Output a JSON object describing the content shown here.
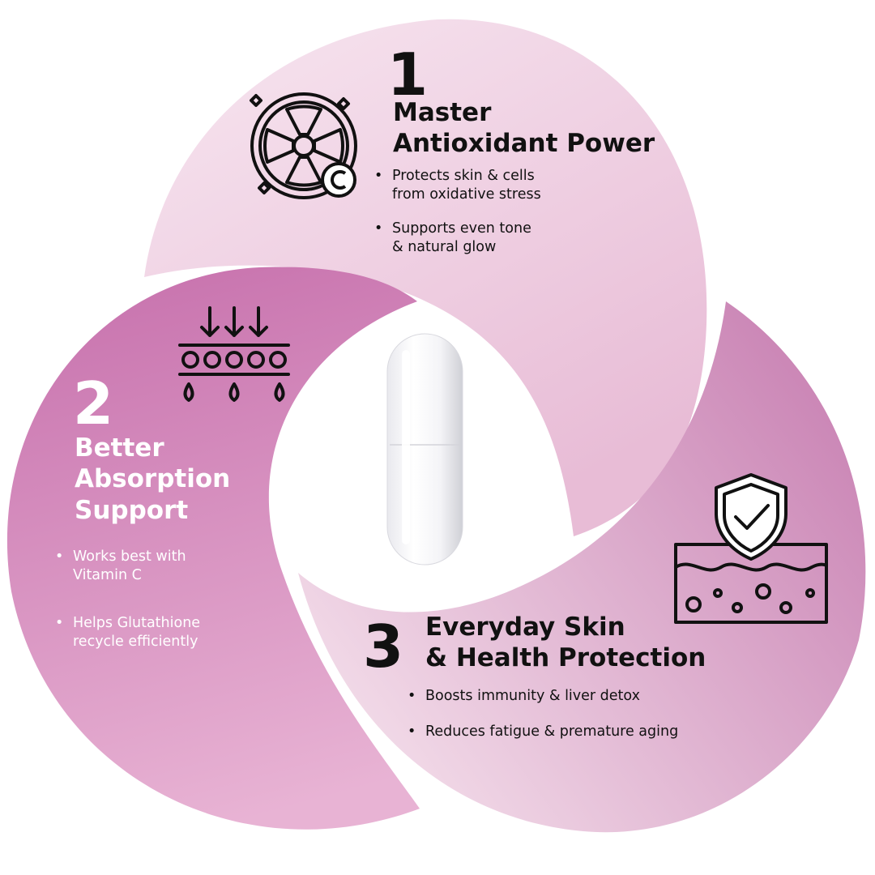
{
  "colors": {
    "petal_one_top": "#f7e6f0",
    "petal_one_bottom": "#e8bcd6",
    "petal_two_top": "#c873ae",
    "petal_two_bottom": "#e8b3d4",
    "petal_three_left": "#f5e1ec",
    "petal_three_right": "#c77eb1",
    "capsule": "#ffffff",
    "dark_text": "#111111",
    "light_text": "#ffffff"
  },
  "sections": [
    {
      "number": "1",
      "icon": "vitamin-c-orange-slice-icon",
      "heading": [
        "Master",
        "Antioxidant Power"
      ],
      "bullets": [
        [
          "Protects skin & cells",
          "from oxidative stress"
        ],
        [
          "Supports even tone",
          "& natural glow"
        ]
      ]
    },
    {
      "number": "2",
      "icon": "skin-absorption-layer-icon",
      "heading": [
        "Better",
        "Absorption",
        "Support"
      ],
      "bullets": [
        [
          "Works best with",
          "Vitamin C"
        ],
        [
          "Helps Glutathione",
          "recycle efficiently"
        ]
      ]
    },
    {
      "number": "3",
      "icon": "skin-shield-check-icon",
      "heading": [
        "Everyday Skin",
        "& Health Protection"
      ],
      "bullets": [
        [
          "Boosts immunity & liver detox"
        ],
        [
          "Reduces fatigue & premature aging"
        ]
      ]
    }
  ],
  "center_icon": "white-capsule-icon"
}
